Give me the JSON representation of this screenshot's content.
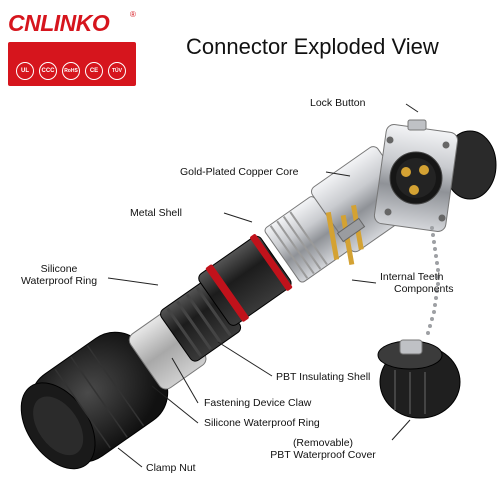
{
  "brand": {
    "name": "CNLINKO",
    "registered_mark": "®",
    "certifications": [
      "UL",
      "CCC",
      "RoHS",
      "CE",
      "TÜV"
    ]
  },
  "title": "Connector Exploded View",
  "callouts": {
    "lock_button": "Lock Button",
    "gold_core": "Gold-Plated Copper Core",
    "metal_shell": "Metal Shell",
    "silicone_ring_top_line1": "Silicone",
    "silicone_ring_top_line2": "Waterproof Ring",
    "internal_teeth_line1": "Internal Teeth",
    "internal_teeth_line2": "Components",
    "pbt_shell": "PBT Insulating Shell",
    "fastening_claw": "Fastening Device Claw",
    "silicone_ring_bottom": "Silicone Waterproof Ring",
    "cover_line1": "(Removable)",
    "cover_line2": "PBT Waterproof Cover",
    "clamp_nut": "Clamp Nut"
  },
  "colors": {
    "brand_red": "#d6151d",
    "metal": "#c9cbcf",
    "black_plastic": "#1c1c1c",
    "ring_red": "#c1121b",
    "gold": "#d4a233",
    "line": "#222222"
  },
  "icons": [
    "ul-mark-icon",
    "ccc-mark-icon",
    "rohs-mark-icon",
    "ce-mark-icon",
    "tuv-mark-icon"
  ]
}
